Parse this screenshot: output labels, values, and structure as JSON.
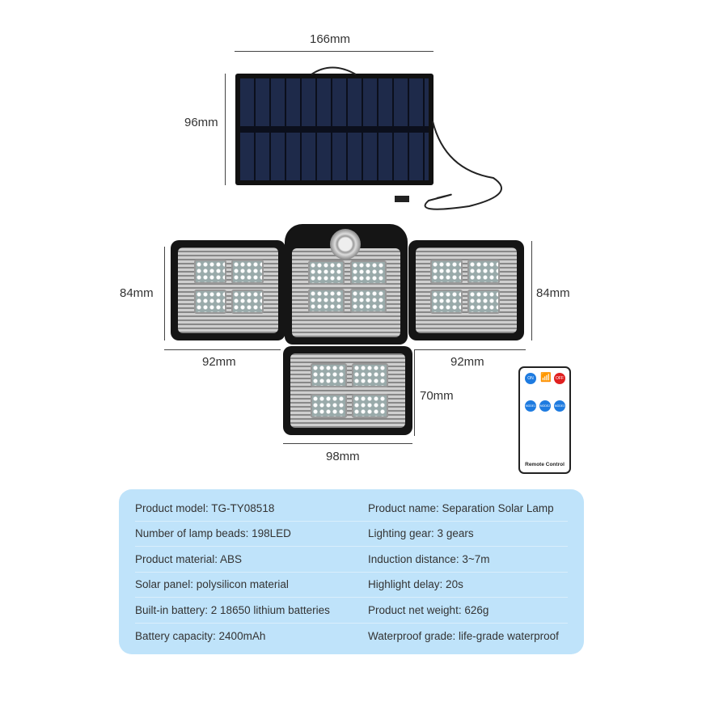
{
  "dimensions": {
    "panel_width": "166mm",
    "panel_height": "96mm",
    "side_height_left": "84mm",
    "side_height_right": "84mm",
    "side_width_left": "92mm",
    "side_width_right": "92mm",
    "bottom_height": "70mm",
    "bottom_width": "98mm"
  },
  "remote": {
    "on": "ON",
    "off": "OFF",
    "mode1": "MODE1",
    "mode2": "MODE2",
    "mode3": "MODE3",
    "label": "Remote Control"
  },
  "specs": [
    {
      "left": "Product model: TG-TY08518",
      "right": "Product name: Separation Solar Lamp"
    },
    {
      "left": "Number of lamp beads: 198LED",
      "right": "Lighting gear: 3 gears"
    },
    {
      "left": "Product material: ABS",
      "right": "Induction distance: 3~7m"
    },
    {
      "left": "Solar panel: polysilicon material",
      "right": "Highlight delay: 20s"
    },
    {
      "left": "Built-in battery: 2 18650 lithium batteries",
      "right": "Product net weight: 626g"
    },
    {
      "left": "Battery capacity: 2400mAh",
      "right": "Waterproof grade: life-grade waterproof"
    }
  ]
}
